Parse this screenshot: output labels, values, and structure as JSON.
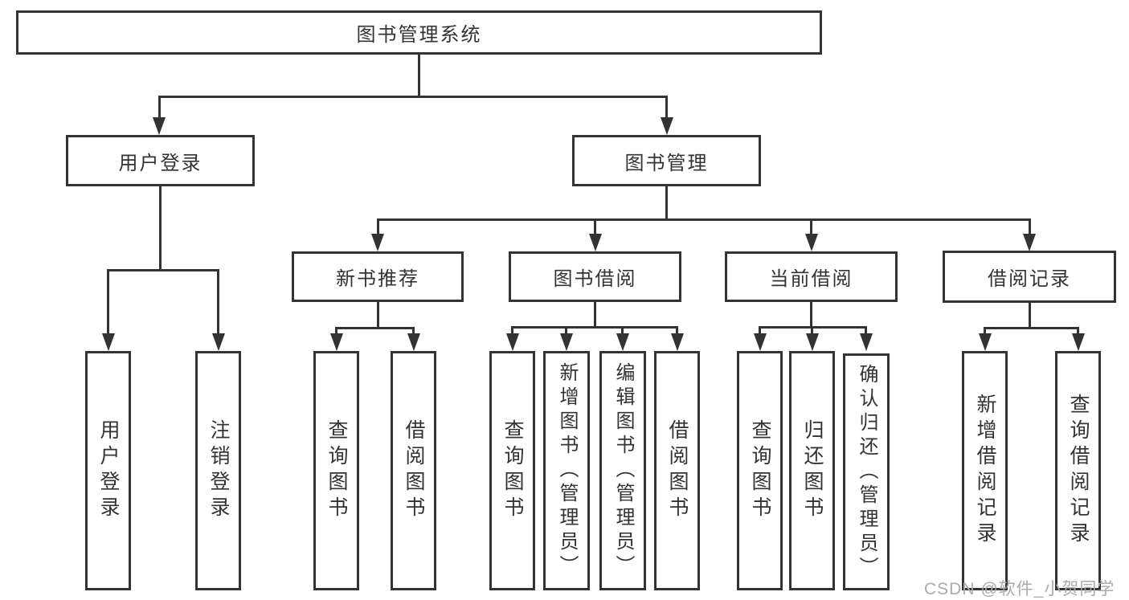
{
  "diagram": {
    "root": "图书管理系统",
    "level2": {
      "user_login": "用户登录",
      "book_mgmt": "图书管理"
    },
    "level3": {
      "new_book": "新书推荐",
      "book_borrow": "图书借阅",
      "current_borrow": "当前借阅",
      "borrow_record": "借阅记录"
    },
    "leaves": {
      "login_user": "用户登录",
      "login_logout": "注销登录",
      "newbook_query": "查询图书",
      "newbook_borrow": "借阅图书",
      "borrow_query": "查询图书",
      "borrow_add": "新增图书（管理员）",
      "borrow_edit": "编辑图书（管理员）",
      "borrow_borrow": "借阅图书",
      "current_query": "查询图书",
      "current_return": "归还图书",
      "current_confirm": "确认归还（管理员）",
      "record_add": "新增借阅记录",
      "record_query": "查询借阅记录"
    },
    "watermark": "CSDN @软件_小贺同学",
    "colors": {
      "line": "#333333",
      "text": "#333333",
      "watermark": "#ababab",
      "background": "#ffffff"
    }
  }
}
